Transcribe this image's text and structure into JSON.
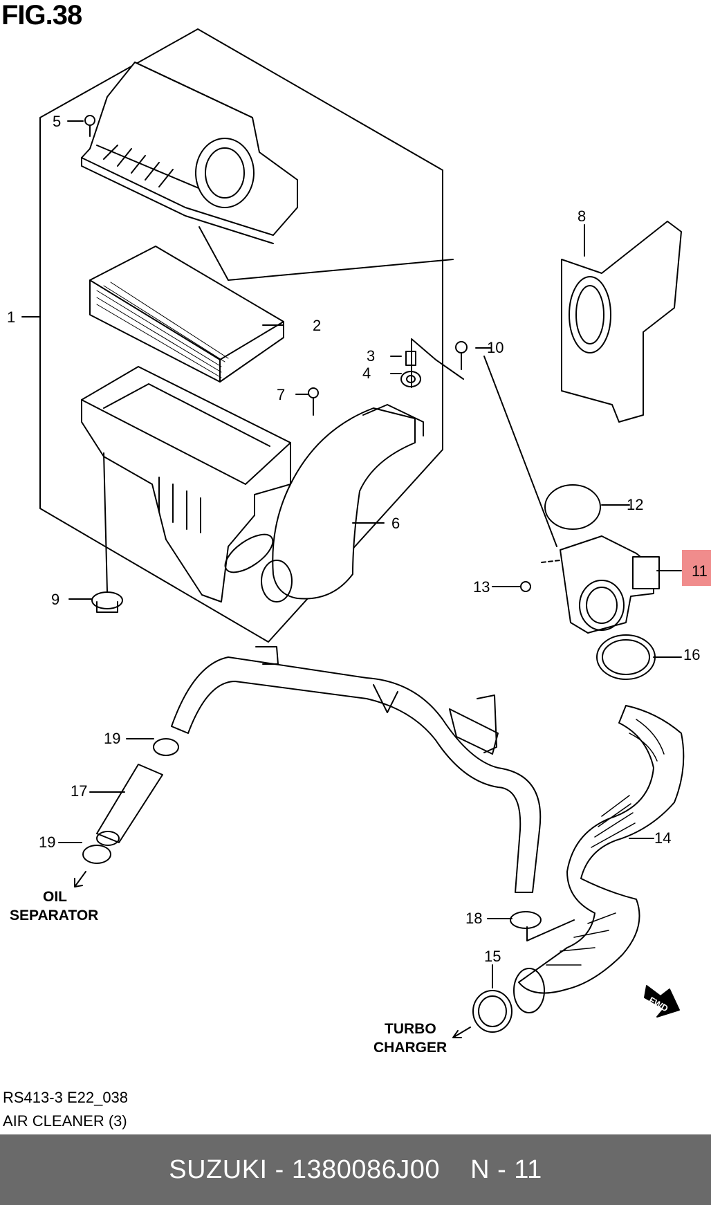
{
  "figure": {
    "title": "FIG.38",
    "code": "RS413-3 E22_038",
    "name": "AIR CLEANER (3)"
  },
  "callouts": [
    "1",
    "2",
    "3",
    "4",
    "5",
    "6",
    "7",
    "8",
    "9",
    "10",
    "11",
    "12",
    "13",
    "14",
    "15",
    "16",
    "17",
    "18",
    "19",
    "19"
  ],
  "highlighted_callout": "11",
  "highlight_color": "#f08c8c",
  "notes": {
    "oil_separator_line1": "OIL",
    "oil_separator_line2": "SEPARATOR",
    "turbo_line1": "TURBO",
    "turbo_line2": "CHARGER",
    "fwd": "FWD"
  },
  "footer": {
    "brand_part": "SUZUKI - 1380086J00",
    "ref": "N - 11",
    "background": "#6a6a6a"
  }
}
